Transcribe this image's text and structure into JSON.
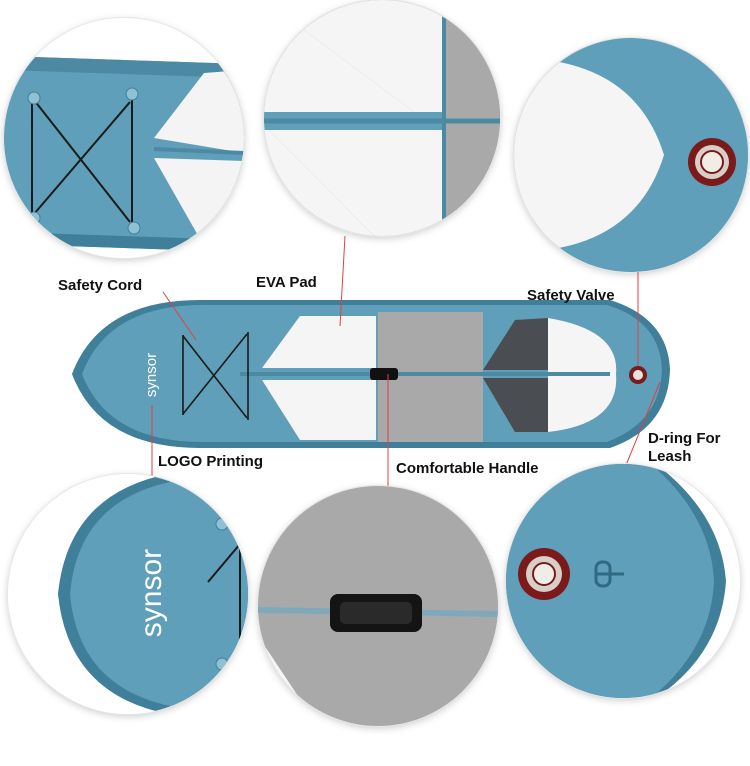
{
  "labels": {
    "safety_cord": "Safety Cord",
    "eva_pad": "EVA Pad",
    "safety_valve": "Safety Valve",
    "logo_printing": "LOGO Printing",
    "comfortable_handle": "Comfortable Handle",
    "d_ring_line1": "D-ring For",
    "d_ring_line2": "Leash"
  },
  "brand": {
    "logo_text": "synsor"
  },
  "colors": {
    "board_blue": "#5f9fb9",
    "board_blue_light": "#8fc1d4",
    "board_rim": "#3f7f99",
    "eva_white": "#f5f5f5",
    "eva_grey": "#a9a9a9",
    "eva_dark": "#4a4d52",
    "callout_line": "#e04040",
    "valve_red": "#7a1a1a"
  }
}
